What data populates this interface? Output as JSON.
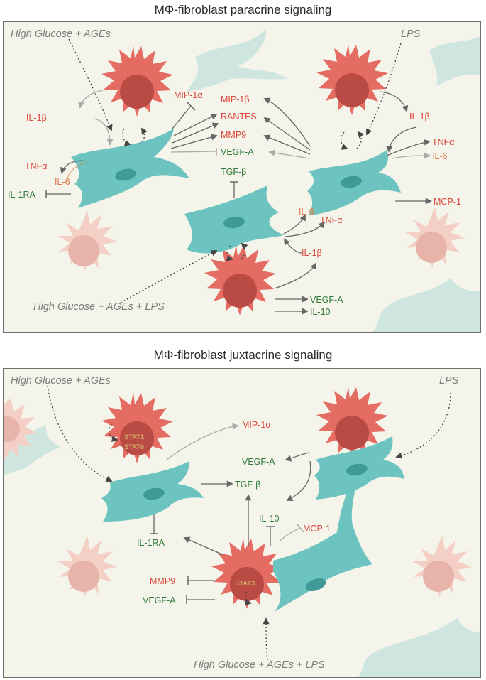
{
  "panel1": {
    "title": "MΦ-fibroblast paracrine signaling",
    "conditions": {
      "left": "High Glucose + AGEs",
      "right": "LPS",
      "bottom": "High Glucose + AGEs + LPS"
    },
    "labels": {
      "mip1a": "MIP-1α",
      "mip1b": "MIP-1β",
      "rantes": "RANTES",
      "mmp9": "MMP9",
      "vegfa_top": "VEGF-A",
      "tgfb": "TGF-β",
      "il1b_left": "IL-1β",
      "tnfa_left": "TNFα",
      "il6_left": "IL-6",
      "il1ra": "IL-1RA",
      "il1b_right": "IL-1β",
      "tnfa_right": "TNFα",
      "il6_right": "IL-6",
      "mcp1": "MCP-1",
      "il6_mid": "IL-6",
      "tnfa_mid": "TNFα",
      "il1b_mid": "IL-1β",
      "vegfa_bottom": "VEGF-A",
      "il10": "IL-10"
    }
  },
  "panel2": {
    "title": "MΦ-fibroblast juxtacrine signaling",
    "conditions": {
      "left": "High Glucose + AGEs",
      "right": "LPS",
      "bottom": "High Glucose + AGEs + LPS"
    },
    "labels": {
      "stat1": "STAT1",
      "stat6": "STAT6",
      "stat3": "STAT3",
      "mip1a": "MIP-1α",
      "vegfa_top": "VEGF-A",
      "tgfb": "TGF-β",
      "il10": "IL-10",
      "mcp1": "MCP-1",
      "il1ra": "IL-1RA",
      "mmp9": "MMP9",
      "vegfa_left": "VEGF-A"
    }
  },
  "colors": {
    "macrophage": "#e46c63",
    "macrophage_nucleus": "#b94a44",
    "fibroblast": "#6cc3bf",
    "fibroblast_nucleus": "#3f9a97",
    "faint_macrophage": "#f3cfc6",
    "faint_fibroblast": "#cfe6e0",
    "panel_bg": "#f4f4ea",
    "pro_inflammatory": "#d9473a",
    "anti_inflammatory": "#2f7b3a"
  }
}
